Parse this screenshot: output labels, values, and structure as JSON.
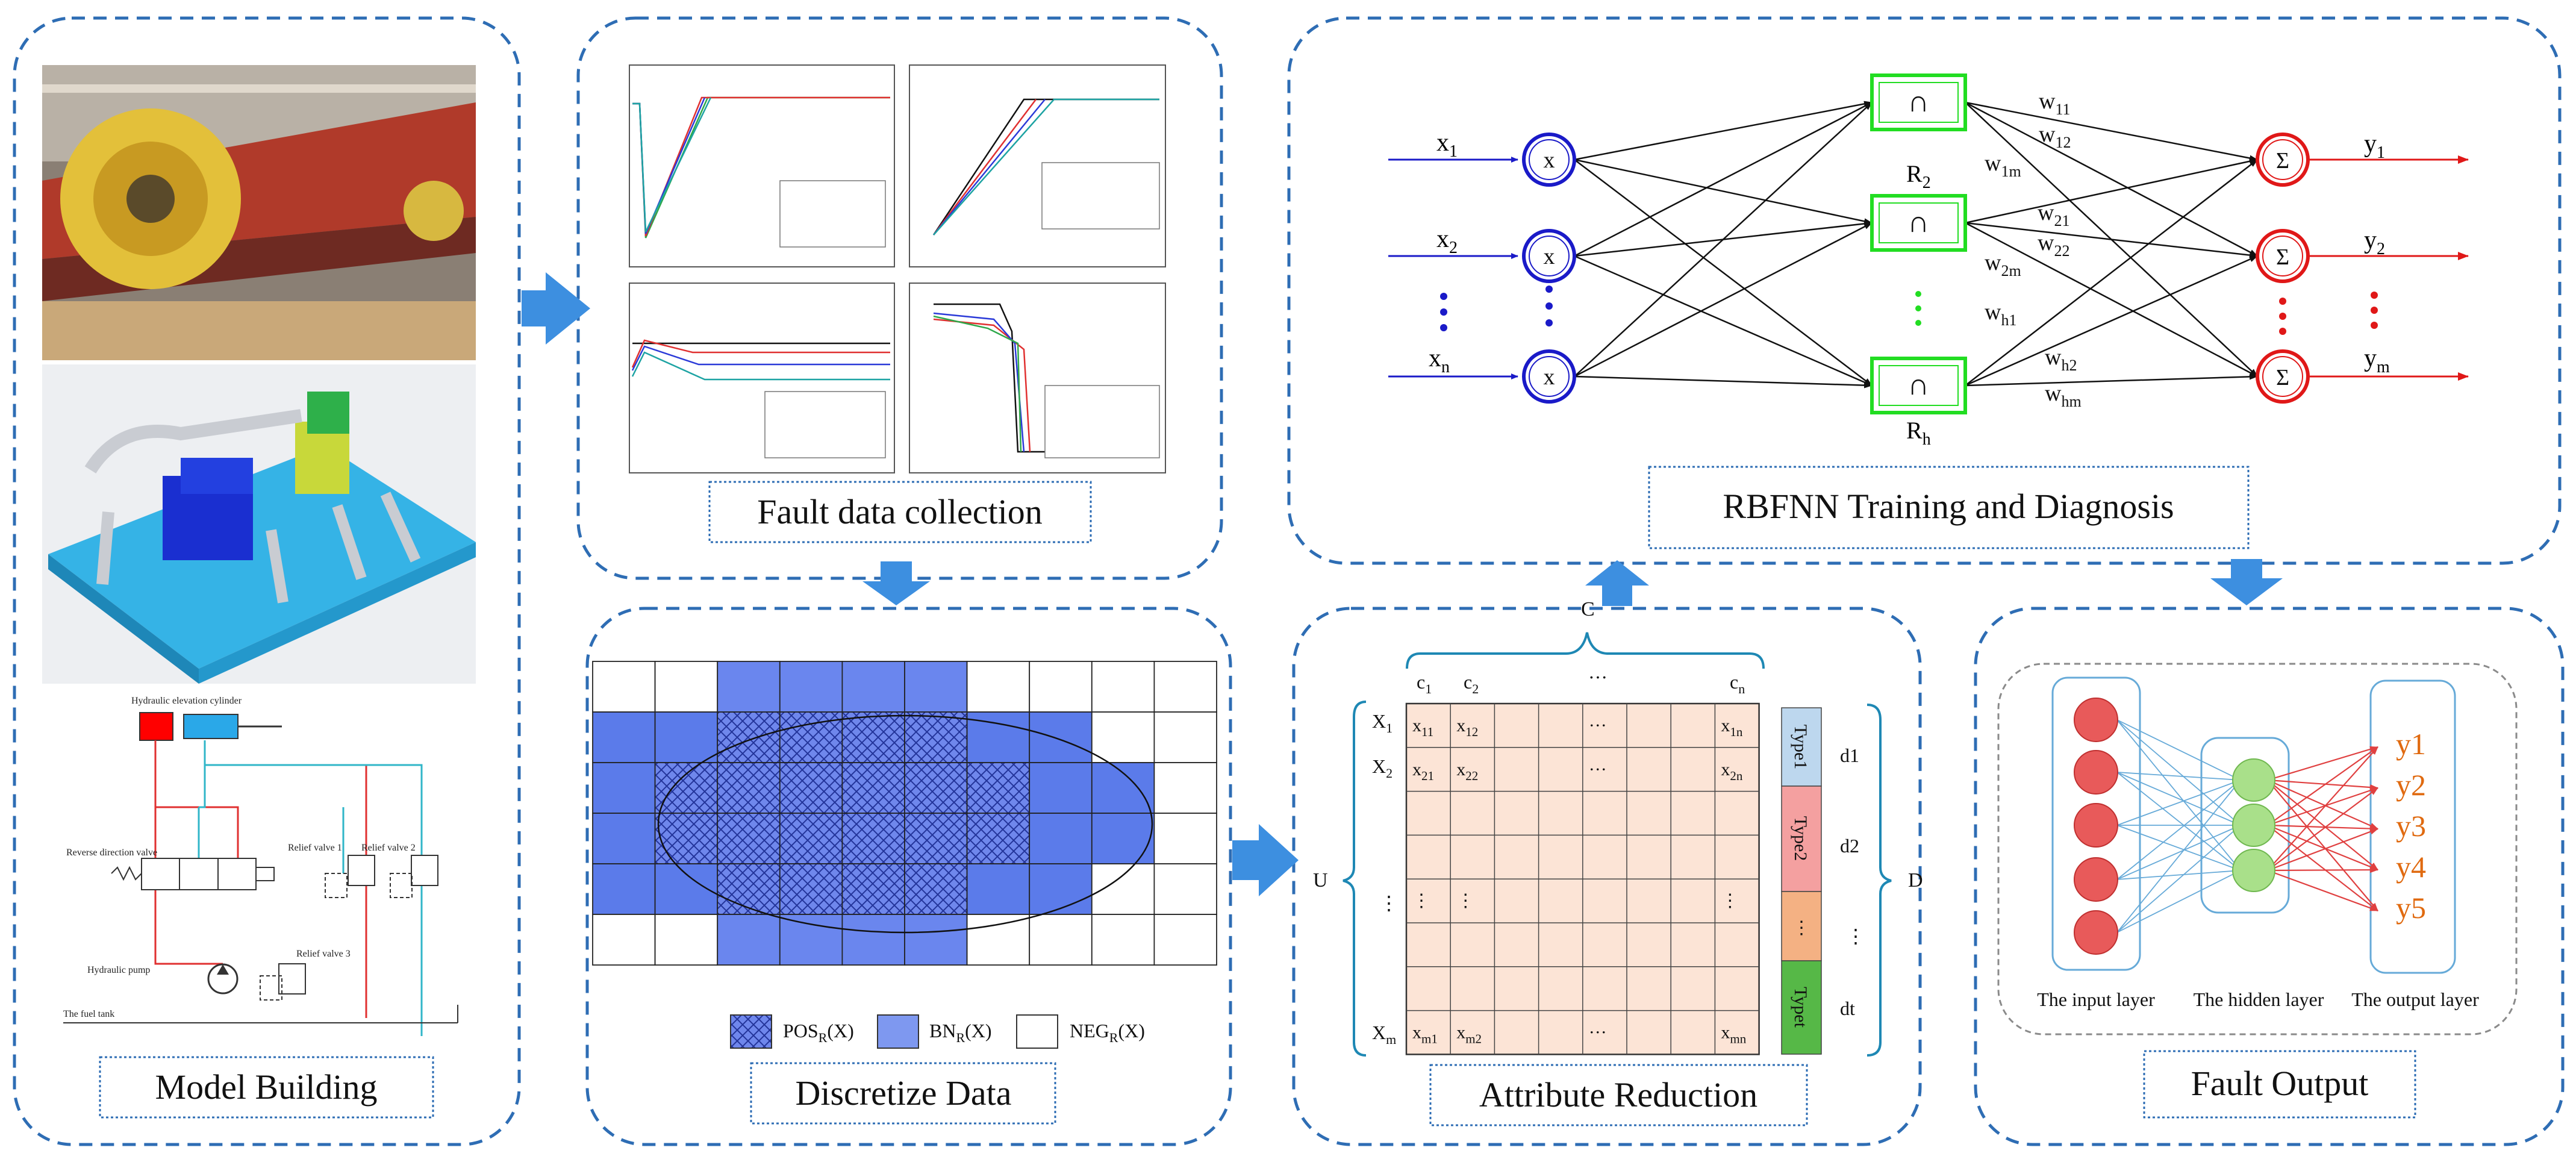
{
  "panels": {
    "model_building": {
      "title": "Model Building"
    },
    "fault_data_collection": {
      "title": "Fault data collection"
    },
    "discretize_data": {
      "title": "Discretize Data"
    },
    "rbfnn": {
      "title": "RBFNN Training and Diagnosis"
    },
    "attribute_reduction": {
      "title": "Attribute Reduction"
    },
    "fault_output": {
      "title": "Fault Output"
    }
  },
  "hydraulic": {
    "cylinder": "Hydraulic elevation cylinder",
    "reverse_valve": "Reverse direction valve",
    "relief1": "Relief valve 1",
    "relief2": "Relief valve 2",
    "relief3": "Relief valve 3",
    "pump": "Hydraulic pump",
    "tank": "The fuel tank"
  },
  "legend": {
    "pos": "POS",
    "pos_sub": "R",
    "pos_tail": "(X)",
    "bn": "BN",
    "bn_sub": "R",
    "bn_tail": "(X)",
    "neg": "NEG",
    "neg_sub": "R",
    "neg_tail": "(X)"
  },
  "rbf": {
    "inputs": [
      {
        "base": "x",
        "sub": "1"
      },
      {
        "base": "x",
        "sub": "2"
      },
      {
        "base": "x",
        "sub": "n"
      }
    ],
    "node_symbol": "x",
    "hidden_symbol": "∩",
    "hidden_labels": [
      {
        "base": "R",
        "sub": "2"
      },
      {
        "base": "R",
        "sub": "h"
      }
    ],
    "sum_symbol": "Σ",
    "outputs": [
      {
        "base": "y",
        "sub": "1"
      },
      {
        "base": "y",
        "sub": "2"
      },
      {
        "base": "y",
        "sub": "m"
      }
    ],
    "weights": [
      {
        "base": "w",
        "sub": "11"
      },
      {
        "base": "w",
        "sub": "12"
      },
      {
        "base": "w",
        "sub": "1m"
      },
      {
        "base": "w",
        "sub": "21"
      },
      {
        "base": "w",
        "sub": "22"
      },
      {
        "base": "w",
        "sub": "2m"
      },
      {
        "base": "w",
        "sub": "h1"
      },
      {
        "base": "w",
        "sub": "h2"
      },
      {
        "base": "w",
        "sub": "hm"
      }
    ]
  },
  "reduction": {
    "c_label": "C",
    "u_label": "U",
    "d_label": "D",
    "cols": [
      {
        "base": "c",
        "sub": "1"
      },
      {
        "base": "c",
        "sub": "2"
      },
      {
        "base": "···",
        "sub": ""
      },
      {
        "base": "c",
        "sub": "n"
      }
    ],
    "rows": [
      {
        "base": "X",
        "sub": "1"
      },
      {
        "base": "X",
        "sub": "2"
      },
      {
        "base": "⋮",
        "sub": ""
      },
      {
        "base": "X",
        "sub": "m"
      }
    ],
    "cells": [
      {
        "base": "x",
        "sub": "11"
      },
      {
        "base": "x",
        "sub": "12"
      },
      {
        "base": "···",
        "sub": ""
      },
      {
        "base": "x",
        "sub": "1n"
      },
      {
        "base": "x",
        "sub": "21"
      },
      {
        "base": "x",
        "sub": "22"
      },
      {
        "base": "···",
        "sub": ""
      },
      {
        "base": "x",
        "sub": "2n"
      },
      {
        "base": "⋮",
        "sub": ""
      },
      {
        "base": "⋮",
        "sub": ""
      },
      {
        "base": "⋮",
        "sub": ""
      },
      {
        "base": "x",
        "sub": "m1"
      },
      {
        "base": "x",
        "sub": "m2"
      },
      {
        "base": "···",
        "sub": ""
      },
      {
        "base": "x",
        "sub": "mn"
      }
    ],
    "types": [
      "Type1",
      "Type2",
      "⋮",
      "Typet"
    ],
    "d_values": [
      "d1",
      "d2",
      "⋮",
      "dt"
    ]
  },
  "fault_output": {
    "y_labels": [
      "y1",
      "y2",
      "y3",
      "y4",
      "y5"
    ],
    "layer_labels": [
      "The input layer",
      "The hidden layer",
      "The output layer"
    ]
  },
  "colors": {
    "panel_border": "#2E6DB4",
    "arrow_fill": "#3D8FE0",
    "grid_dark": "#5B7BEA",
    "grid_light": "#7E98F0",
    "grid_edge": "#3B55D8",
    "hidden_green": "#22DD22",
    "node_blue": "#1A1AC8",
    "node_red": "#E01818",
    "matrix_fill": "#FCE4D6",
    "type1": "#BDD7EE",
    "type2": "#F4A0A0",
    "type3": "#F4B183",
    "type4": "#56B847",
    "out_red": "#E85A5A",
    "out_green": "#A9E08A",
    "y_orange": "#E06A10"
  }
}
